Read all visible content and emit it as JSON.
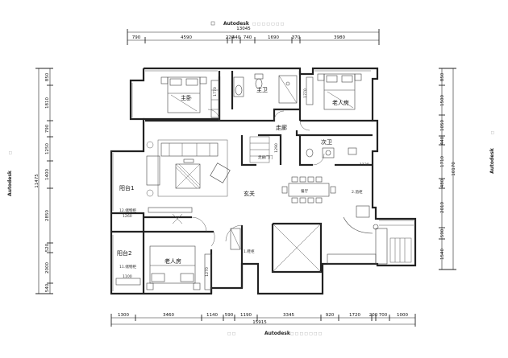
{
  "watermark": {
    "brand": "Autodesk",
    "faint_text": "□ □ □ □ □ □ □"
  },
  "top_dimensions": {
    "total": "13045",
    "segments": [
      "790",
      "4590",
      "220",
      "440",
      "740",
      "1690",
      "370",
      "3980"
    ]
  },
  "bottom_dimensions": {
    "total": "15915",
    "segments": [
      "1300",
      "3460",
      "1140",
      "590",
      "1190",
      "3345",
      "920",
      "1720",
      "200",
      "700",
      "1000"
    ]
  },
  "left_dimensions": {
    "total": "11475",
    "segments": [
      "850",
      "1810",
      "790",
      "1250",
      "1400",
      "2850",
      "520",
      "2000",
      "540"
    ]
  },
  "right_dimensions": {
    "total": "10170",
    "segments": [
      "850",
      "1500",
      "1050",
      "440",
      "1710",
      "480",
      "2010",
      "590",
      "1540"
    ]
  },
  "rooms": {
    "master_bedroom": "主卧",
    "master_bath": "主卫",
    "elder_room_top": "老人房",
    "corridor": "走廊",
    "second_bath": "次卫",
    "balcony_1": "阳台1",
    "foyer": "玄关",
    "balcony_2": "阳台2",
    "elder_room_bottom": "老人房",
    "dining": "餐厅"
  },
  "labels": {
    "dim_1770_a": "1770",
    "dim_1770_b": "1770",
    "dim_1290": "1290",
    "dim_1130": "1130",
    "dim_1260": "1260",
    "dim_1100": "1100",
    "dim_1270": "1270",
    "corridor_door": "走廊门门",
    "balcony1_cabinet": "12.储物柜",
    "balcony2_cabinet": "11.储物柜",
    "shoe_cabinet": "1.鞋柜",
    "wine_cabinet": "2.酒柜"
  }
}
